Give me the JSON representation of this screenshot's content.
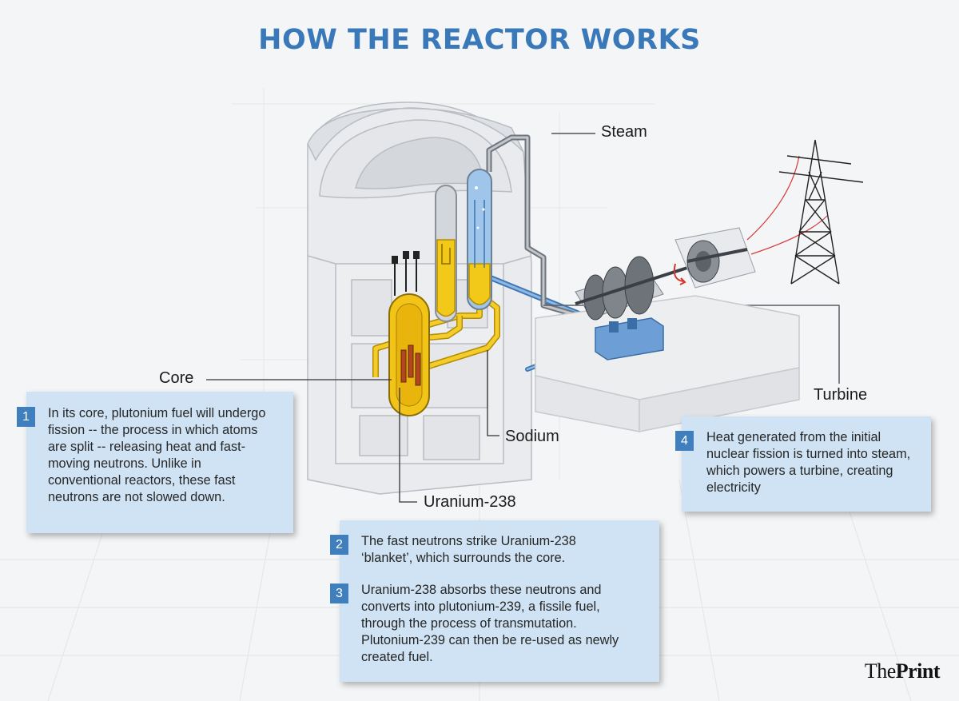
{
  "title": "HOW THE REACTOR WORKS",
  "callouts": {
    "steam": "Steam",
    "core": "Core",
    "turbine": "Turbine",
    "sodium": "Sodium",
    "uranium": "Uranium-238"
  },
  "steps": [
    {
      "num": "1",
      "text": "In its core, plutonium fuel will undergo fission -- the process in which atoms are split -- releasing heat and fast-moving neutrons. Unlike in conventional reactors, these fast neutrons are not slowed down."
    },
    {
      "num": "2",
      "text": "The fast neutrons strike Uranium-238 ‘blanket’, which surrounds the core."
    },
    {
      "num": "3",
      "text": "Uranium-238 absorbs these neutrons and converts into plutonium-239, a fissile fuel, through the process of transmutation. Plutonium-239 can then be re-used as newly created fuel."
    },
    {
      "num": "4",
      "text": "Heat generated from the initial nuclear fission is turned into steam, which powers a turbine, creating electricity"
    }
  ],
  "logo": {
    "part1": "The",
    "part2": "Print"
  },
  "colors": {
    "title": "#3a79b9",
    "box": "#cfe3f4",
    "badge": "#3f7fbe",
    "sodium_loop": "#f2c417",
    "water_loop": "#4f88c6",
    "steam_pipe": "#8d939b",
    "power_line": "#d83a3a"
  },
  "icons": [
    "reactor-vessel",
    "fuel-rods",
    "heat-exchanger",
    "steam-generator",
    "turbine",
    "generator",
    "pylon"
  ]
}
